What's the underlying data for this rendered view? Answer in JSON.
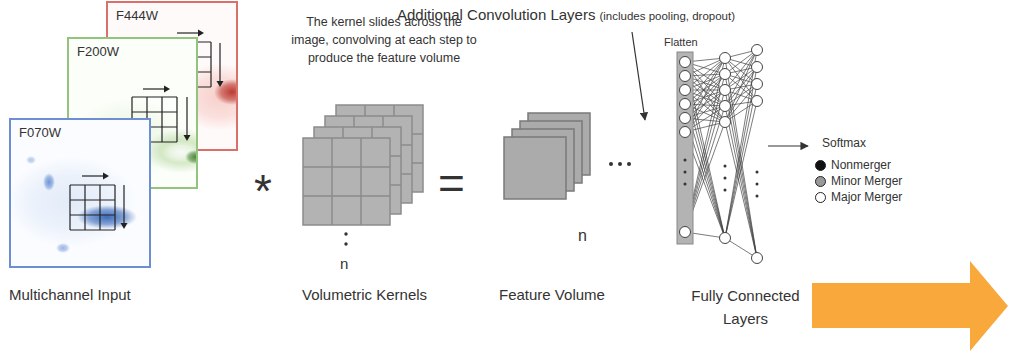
{
  "diagram": {
    "nodes": [
      {
        "text": [
          "F444W"
        ]
      },
      {
        "text": [
          "F200W"
        ]
      },
      {
        "text": [
          "F070W"
        ]
      }
    ],
    "labels": [
      "Multichannel Input",
      "*",
      "The kernel slides across the image, convolving at each step to produce the feature volume",
      "n",
      "Volumetric Kernels",
      "=",
      "n",
      "Feature Volume",
      "Additional Convolution Layers",
      "(includes pooling, dropout)",
      "Flatten",
      "Fully Connected Layers",
      "Softmax"
    ],
    "legend": [
      {
        "text": "Nonmerger",
        "color": "#111111"
      },
      {
        "text": "Minor Merger",
        "color": "#999999"
      },
      {
        "text": "Major Merger",
        "color": "#ffffff"
      }
    ]
  }
}
